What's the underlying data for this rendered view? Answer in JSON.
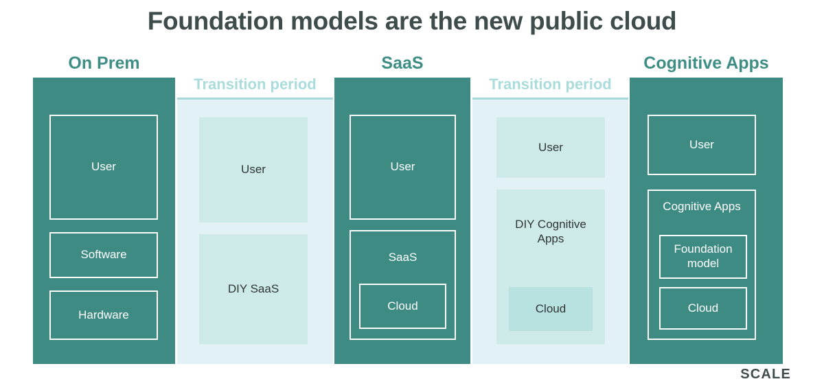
{
  "title": "Foundation models are the new public cloud",
  "footer": {
    "logo": "SCALE"
  },
  "colors": {
    "solid_column": "#3d8b83",
    "transition_column": "#e2f1f5",
    "transition_box": "#cdeae8",
    "transition_box_deeper": "#b8e2e0",
    "header_solid": "#3e8e85",
    "header_transition": "#aadcdc",
    "title": "#3f4c4c",
    "box_outline": "#ffffff"
  },
  "columns": [
    {
      "id": "on-prem",
      "kind": "solid",
      "header": "On Prem",
      "boxes": [
        {
          "label": "User"
        },
        {
          "label": "Software"
        },
        {
          "label": "Hardware"
        }
      ]
    },
    {
      "id": "transition-1",
      "kind": "transition",
      "header": "Transition period",
      "boxes": [
        {
          "label": "User"
        },
        {
          "label": "DIY SaaS"
        }
      ]
    },
    {
      "id": "saas",
      "kind": "solid",
      "header": "SaaS",
      "boxes": [
        {
          "label": "User"
        },
        {
          "label": "SaaS",
          "children": [
            {
              "label": "Cloud"
            }
          ]
        }
      ]
    },
    {
      "id": "transition-2",
      "kind": "transition",
      "header": "Transition period",
      "boxes": [
        {
          "label": "User"
        },
        {
          "label": "DIY Cognitive Apps",
          "children": [
            {
              "label": "Cloud"
            }
          ]
        }
      ]
    },
    {
      "id": "cognitive-apps",
      "kind": "solid",
      "header": "Cognitive Apps",
      "boxes": [
        {
          "label": "User"
        },
        {
          "label": "Cognitive Apps",
          "children": [
            {
              "label": "Foundation model"
            },
            {
              "label": "Cloud"
            }
          ]
        }
      ]
    }
  ]
}
